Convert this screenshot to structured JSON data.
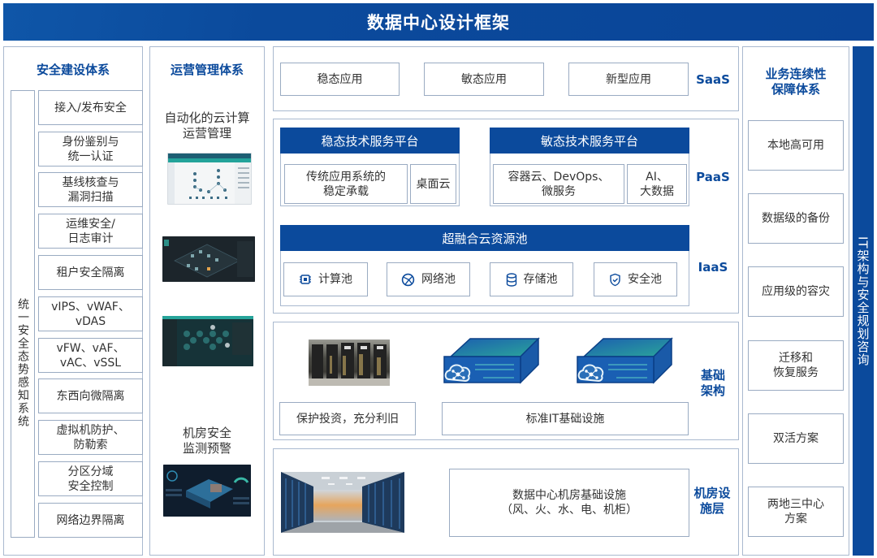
{
  "header": {
    "title": "数据中心设计框架"
  },
  "colors": {
    "primary_blue": "#0b4a9c",
    "border": "#9aabc2",
    "text": "#333333"
  },
  "security": {
    "title": "安全建设体系",
    "vertical_label": "统一安全态势感知系统",
    "items": [
      "接入/发布安全",
      "身份鉴别与\n统一认证",
      "基线核查与\n漏洞扫描",
      "运维安全/\n日志审计",
      "租户安全隔离",
      "vIPS、vWAF、\nvDAS",
      "vFW、vAF、\nvAC、vSSL",
      "东西向微隔离",
      "虚拟机防护、\n防勒索",
      "分区分域\n安全控制",
      "网络边界隔离"
    ]
  },
  "operations": {
    "title": "运营管理体系",
    "section1": "自动化的云计算\n运营管理",
    "section2": "机房安全\n监测预警",
    "screens": [
      "topology-dashboard",
      "3d-datacenter-dashboard",
      "resource-map-dashboard",
      "monitoring-alert-dashboard"
    ]
  },
  "saas": {
    "label": "SaaS",
    "apps": [
      "稳态应用",
      "敏态应用",
      "新型应用"
    ]
  },
  "paas": {
    "label": "PaaS",
    "stable": {
      "title": "稳态技术服务平台",
      "items": [
        "传统应用系统的\n稳定承载",
        "桌面云"
      ]
    },
    "agile": {
      "title": "敏态技术服务平台",
      "items": [
        "容器云、DevOps、\n微服务",
        "AI、\n大数据"
      ]
    }
  },
  "iaas": {
    "label": "IaaS",
    "title": "超融合云资源池",
    "pools": [
      {
        "label": "计算池",
        "icon": "chip-icon"
      },
      {
        "label": "网络池",
        "icon": "network-globe-icon"
      },
      {
        "label": "存储池",
        "icon": "database-icon"
      },
      {
        "label": "安全池",
        "icon": "shield-icon"
      }
    ]
  },
  "infra": {
    "label": "基础\n架构",
    "left_box": "保护投资，充分利旧",
    "right_box": "标准IT基础设施"
  },
  "facility": {
    "label": "机房设\n施层",
    "box": "数据中心机房基础设施\n（风、火、水、电、机柜）"
  },
  "continuity": {
    "title": "业务连续性\n保障体系",
    "items": [
      "本地高可用",
      "数据级的备份",
      "应用级的容灾",
      "迁移和\n恢复服务",
      "双活方案",
      "两地三中心\n方案"
    ]
  },
  "right_bar": {
    "label": "IT架构与安全规划咨询"
  }
}
